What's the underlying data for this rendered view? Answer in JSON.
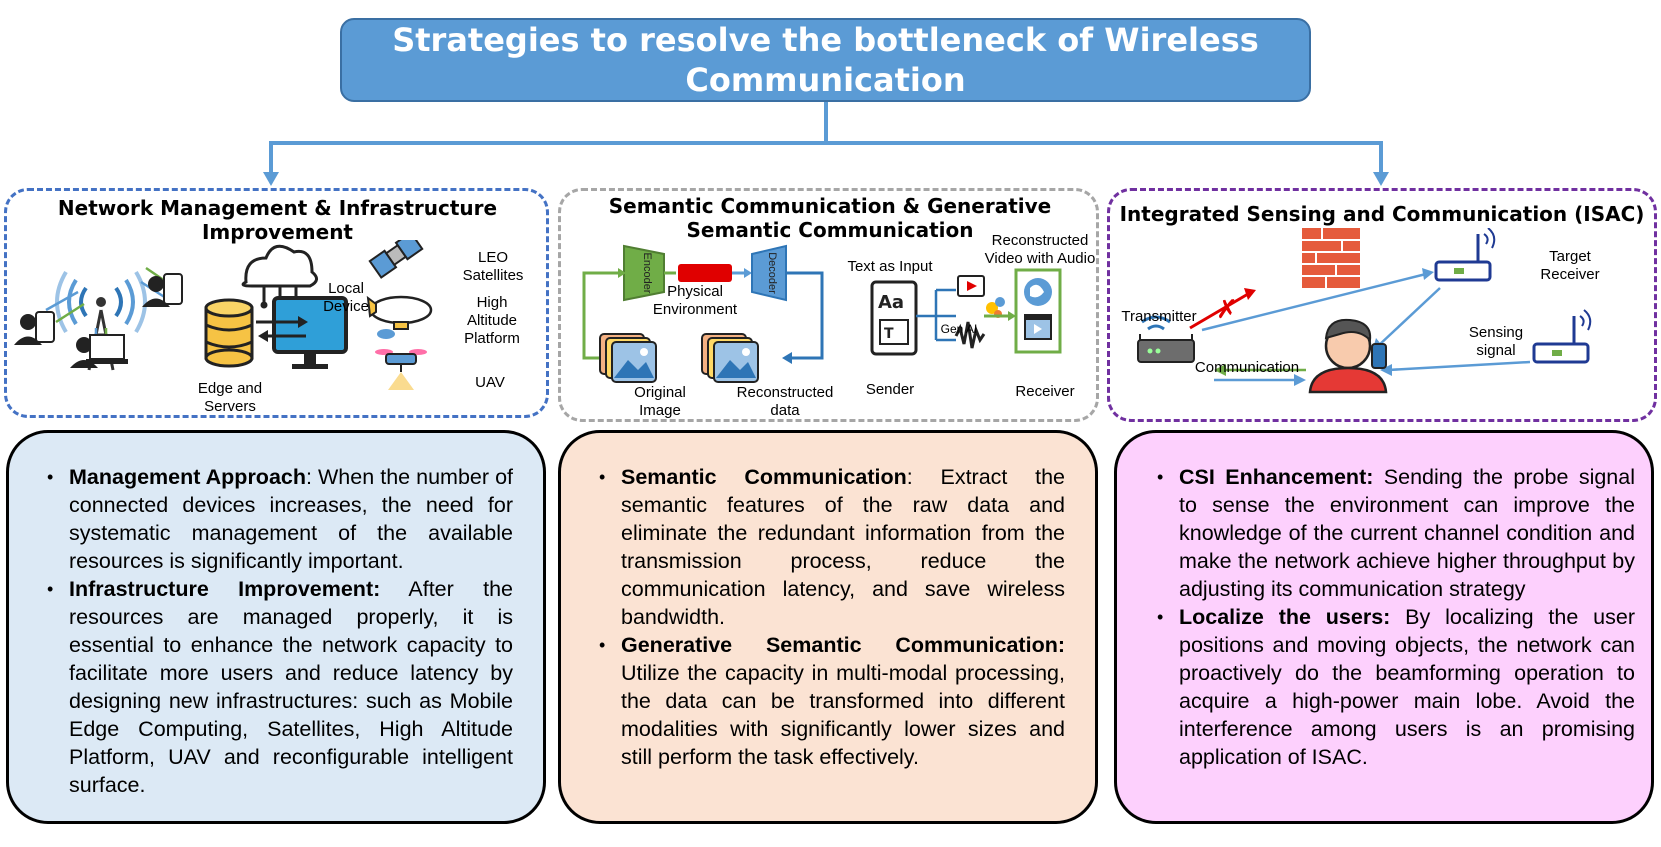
{
  "title": "Strategies to resolve the bottleneck of Wireless Communication",
  "sections": [
    {
      "title": "Network Management & Infrastructure Improvement",
      "labels": {
        "local_device": "Local Device",
        "edge_servers": "Edge and Servers",
        "leo": "LEO Satellites",
        "hap": "High Altitude Platform",
        "uav": "UAV"
      },
      "bullets": [
        {
          "head": "Management Approach",
          "sep": ":",
          "text": " When the number of connected devices increases, the need for systematic management of the available resources is significantly important."
        },
        {
          "head": "Infrastructure Improvement:",
          "sep": "",
          "text": " After the resources are managed properly, it is essential to enhance the network capacity to facilitate more users and reduce latency by designing new infrastructures: such as Mobile Edge Computing, Satellites, High Altitude Platform, UAV and reconfigurable intelligent surface."
        }
      ]
    },
    {
      "title": "Semantic Communication & Generative Semantic Communication",
      "labels": {
        "encoder": "Encoder",
        "decoder": "Decoder",
        "physical_env": "Physical Environment",
        "original_image": "Original Image",
        "reconstructed_data": "Reconstructed data",
        "text_input": "Text as Input",
        "sender": "Sender",
        "gen_ai": "Gen AI",
        "recon_video": "Reconstructed Video with Audio",
        "receiver": "Receiver"
      },
      "bullets": [
        {
          "head": "Semantic Communication",
          "sep": ":",
          "text": " Extract the semantic features of the raw data and eliminate the redundant information from the transmission process, reduce the communication latency, and save wireless bandwidth."
        },
        {
          "head": "Generative Semantic Communication:",
          "sep": "",
          "text": " Utilize the capacity in multi-modal processing, the data can be transformed into different modalities with significantly lower sizes and still perform the task effectively."
        }
      ]
    },
    {
      "title": "Integrated Sensing and Communication (ISAC)",
      "labels": {
        "transmitter": "Transmitter",
        "target_receiver": "Target Receiver",
        "sensing_signal": "Sensing signal",
        "communication": "Communication"
      },
      "bullets": [
        {
          "head": "CSI Enhancement:",
          "sep": "",
          "text": " Sending the probe signal to sense the environment can improve the knowledge of the current channel condition and make the network achieve higher throughput by adjusting its communication strategy"
        },
        {
          "head": "Localize the users:",
          "sep": "",
          "text": " By localizing the user positions and moving objects, the network can proactively do the beamforming operation to acquire a high-power main lobe. Avoid the interference among users is an promising application of ISAC."
        }
      ]
    }
  ],
  "colors": {
    "title_fill": "#5b9bd5",
    "connector": "#5b9bd5",
    "box1_border": "#4472c4",
    "box2_border": "#a6a6a6",
    "box3_border": "#7030a0",
    "text1_fill": "#dce9f5",
    "text2_fill": "#fbe3d3",
    "text3_fill": "#fdd0fd",
    "encoder_green": "#70ad47",
    "decoder_blue": "#5b9bd5",
    "channel_red": "#e00000"
  }
}
